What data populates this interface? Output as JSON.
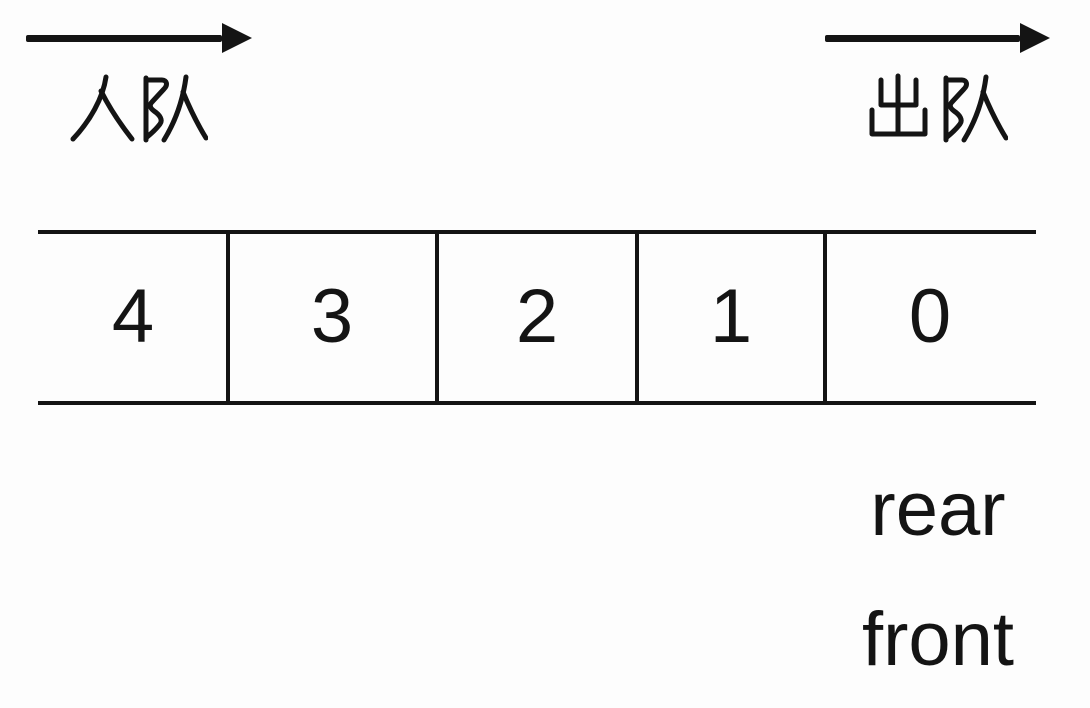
{
  "diagram": {
    "kind": "queue",
    "enqueue_label": "入队",
    "dequeue_label": "出队",
    "icons": {
      "enqueue_arrow": "→",
      "dequeue_arrow": "→"
    },
    "cells": [
      "4",
      "3",
      "2",
      "1",
      "0"
    ],
    "pointers": {
      "rear": "rear",
      "front": "front"
    },
    "colors": {
      "ink": "#141414",
      "background": "#fdfdfd"
    }
  }
}
